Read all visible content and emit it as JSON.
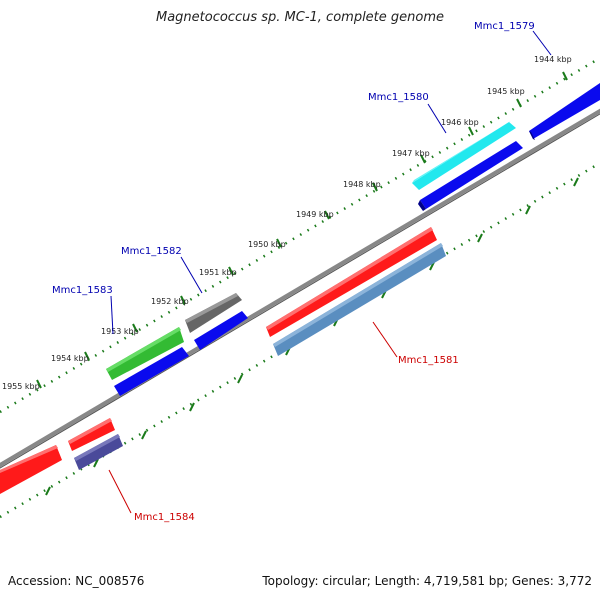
{
  "title": "Magnetococcus sp. MC-1, complete genome",
  "accession": "Accession: NC_008576",
  "summary": "Topology: circular; Length: 4,719,581 bp; Genes: 3,772",
  "ticks": [
    "1944 kbp",
    "1945 kbp",
    "1946 kbp",
    "1947 kbp",
    "1948 kbp",
    "1949 kbp",
    "1950 kbp",
    "1951 kbp",
    "1952 kbp",
    "1953 kbp",
    "1954 kbp",
    "1955 kbp"
  ],
  "genes": [
    {
      "label": "Mmc1_1579",
      "color": "#0000b0"
    },
    {
      "label": "Mmc1_1580",
      "color": "#0000b0"
    },
    {
      "label": "Mmc1_1581",
      "color": "#cc0000"
    },
    {
      "label": "Mmc1_1582",
      "color": "#0000b0"
    },
    {
      "label": "Mmc1_1583",
      "color": "#0000b0"
    },
    {
      "label": "Mmc1_1584",
      "color": "#cc0000"
    }
  ],
  "feature_colors": {
    "red": "#ff1a1a",
    "blue": "#0a0aee",
    "cyan": "#22e8ee",
    "green": "#33bb33",
    "gray": "#666666",
    "steelblue": "#5a8ec0",
    "slateblue": "#4a4a9a",
    "backbone": "#888888",
    "tick": "#1a7a1a"
  }
}
